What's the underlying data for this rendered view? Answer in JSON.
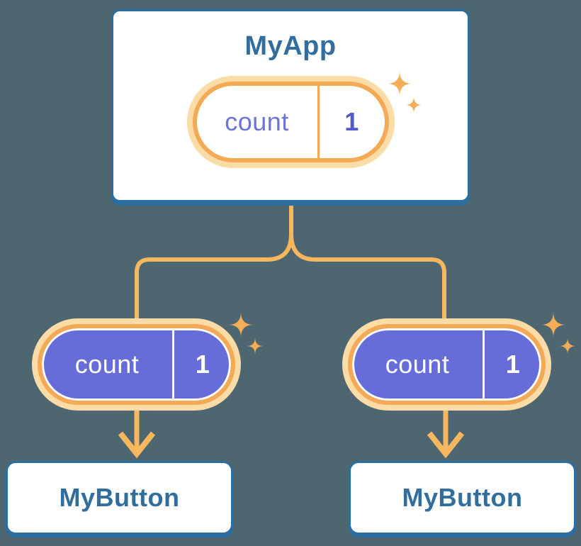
{
  "diagram": {
    "root": {
      "title": "MyApp",
      "state": {
        "name": "count",
        "value": "1"
      }
    },
    "children": [
      {
        "title": "MyButton",
        "prop": {
          "name": "count",
          "value": "1"
        }
      },
      {
        "title": "MyButton",
        "prop": {
          "name": "count",
          "value": "1"
        }
      }
    ]
  },
  "icons": {
    "sparkle": "four-point-star",
    "arrow": "arrow-down"
  },
  "colors": {
    "background": "#4D6670",
    "card_fill": "#FFFFFF",
    "card_border": "#2D6EA0",
    "card_text": "#316E9E",
    "pill_ring_orange": "#F4AA55",
    "pill_halo_orange": "#FBDBA6",
    "connector_orange": "#F7B75F",
    "state_pill_fill": "#FFFFFF",
    "state_name_text": "#6B74DB",
    "state_value_text": "#505ACD",
    "prop_pill_fill": "#666DD8",
    "prop_pill_text": "#FFFFFF"
  }
}
